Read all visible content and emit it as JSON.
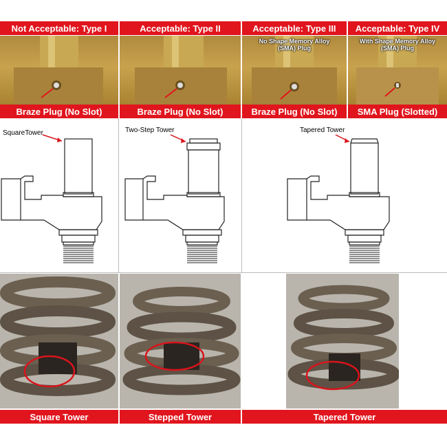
{
  "headers": [
    "Not Acceptable: Type I",
    "Acceptable: Type II",
    "Acceptable: Type III",
    "Acceptable: Type IV"
  ],
  "plug_notes": [
    "No Shape Memory Alloy (SMA) Plug",
    "With Shape Memory Alloy (SMA) Plug"
  ],
  "plug_captions": [
    "Braze Plug (No Slot)",
    "Braze Plug (No Slot)",
    "Braze Plug (No Slot)",
    "SMA Plug (Slotted)"
  ],
  "tower_labels": [
    "SquareTower",
    "Two-Step Tower",
    "Tapered Tower"
  ],
  "tower_captions": [
    "Square Tower",
    "Stepped Tower",
    "Tapered Tower"
  ],
  "colors": {
    "banner_red": "#e0151d",
    "highlight_circle": "#d9141c"
  }
}
